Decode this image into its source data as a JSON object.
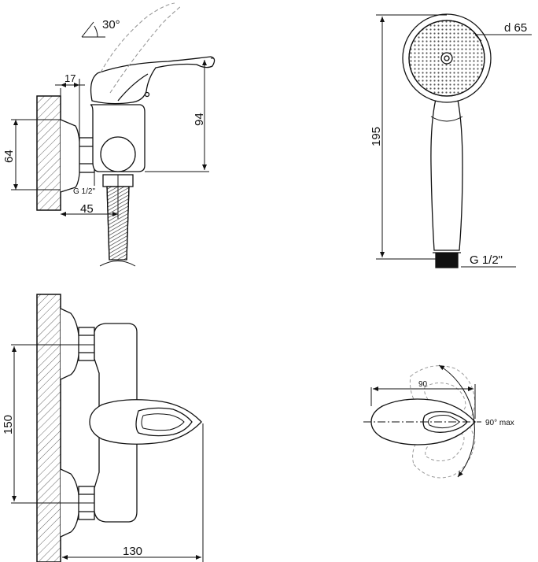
{
  "labels": {
    "angle_30": "30°",
    "dim_17": "17",
    "dim_94": "94",
    "dim_64": "64",
    "thread_side": "G 1/2\"",
    "dim_45": "45",
    "dim_d65": "d 65",
    "dim_195": "195",
    "thread_shower": "G 1/2\"",
    "dim_150": "150",
    "dim_130": "130",
    "dim_90": "90",
    "angle_90max": "90° max"
  },
  "colors": {
    "line": "#111111",
    "ghost": "#9a9a9a",
    "hatch": "#555555"
  }
}
